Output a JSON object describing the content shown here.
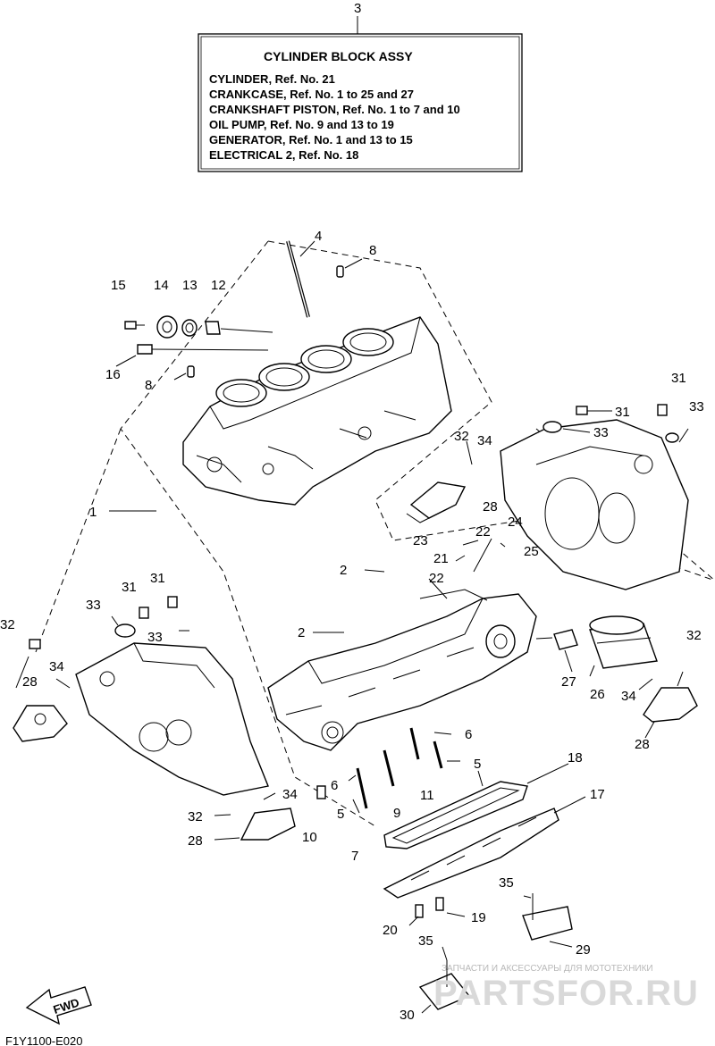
{
  "assembly_box": {
    "ref": "3",
    "title": "CYLINDER BLOCK ASSY",
    "lines": [
      "CYLINDER,  Ref. No. 21",
      "CRANKCASE,  Ref. No. 1 to 25 and 27",
      "CRANKSHAFT PISTON,  Ref. No. 1 to 7 and 10",
      "OIL PUMP,  Ref. No. 9 and 13 to 19",
      "GENERATOR,   Ref. No. 1 and 13 to 15",
      "ELECTRICAL 2,  Ref. No. 18"
    ]
  },
  "callouts": {
    "c1": "1",
    "c2a": "2",
    "c2b": "2",
    "c4": "4",
    "c5a": "5",
    "c5b": "5",
    "c6a": "6",
    "c6b": "6",
    "c7": "7",
    "c8a": "8",
    "c8b": "8",
    "c9": "9",
    "c10": "10",
    "c11": "11",
    "c12": "12",
    "c13": "13",
    "c14": "14",
    "c15": "15",
    "c16": "16",
    "c17": "17",
    "c18": "18",
    "c19": "19",
    "c20": "20",
    "c21": "21",
    "c22a": "22",
    "c22b": "22",
    "c23": "23",
    "c24": "24",
    "c25": "25",
    "c26": "26",
    "c27": "27",
    "c28a": "28",
    "c28b": "28",
    "c28c": "28",
    "c28d": "28",
    "c29": "29",
    "c30": "30",
    "c31a": "31",
    "c31b": "31",
    "c31c": "31",
    "c31d": "31",
    "c32a": "32",
    "c32b": "32",
    "c32c": "32",
    "c32d": "32",
    "c33a": "33",
    "c33b": "33",
    "c33c": "33",
    "c33d": "33",
    "c34a": "34",
    "c34b": "34",
    "c34c": "34",
    "c34d": "34",
    "c35a": "35",
    "c35b": "35"
  },
  "fwd_label": "FWD",
  "drawing_code": "F1Y1100-E020",
  "watermark": {
    "tagline": "ЗАПЧАСТИ И АКСЕССУАРЫ ДЛЯ МОТОТЕХНИКИ",
    "brand": "PARTSFOR.RU"
  }
}
